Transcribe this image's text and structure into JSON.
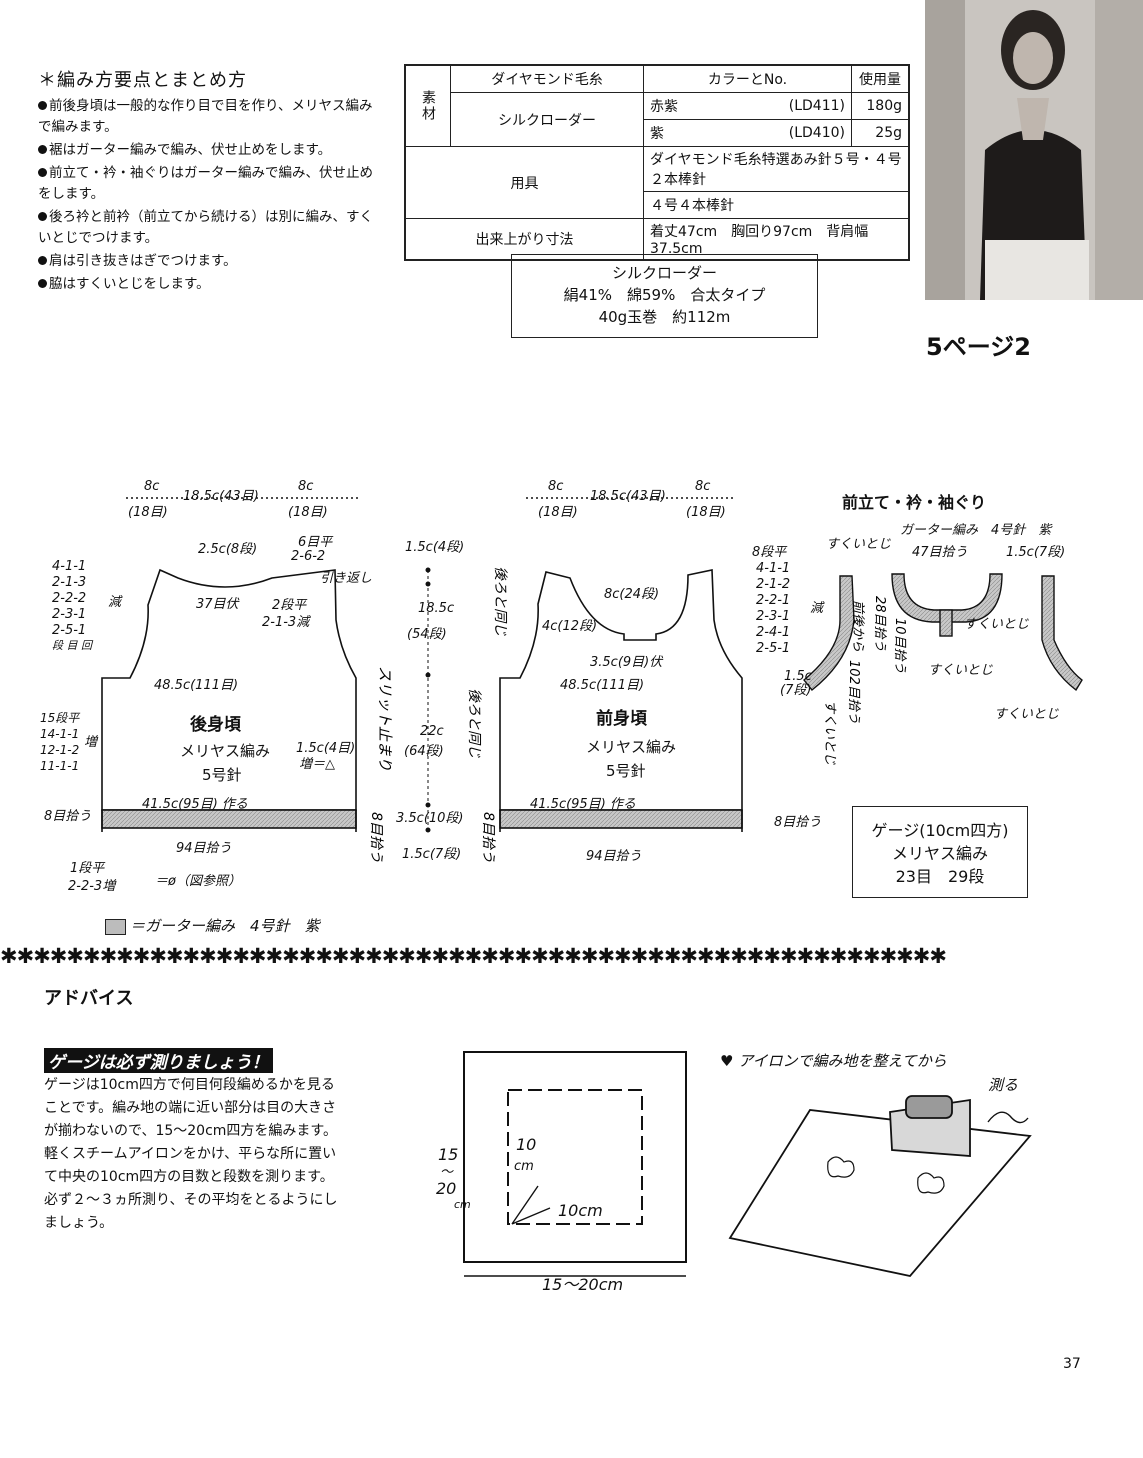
{
  "instructions": {
    "title": "＊編み方要点とまとめ方",
    "items": [
      "前後身頃は一般的な作り目で目を作り、メリヤス編みで編みます。",
      "裾はガーター編みで編み、伏せ止めをします。",
      "前立て・衿・袖ぐりはガーター編みで編み、伏せ止めをします。",
      "後ろ衿と前衿（前立てから続ける）は別に編み、すくいとじでつけます。",
      "肩は引き抜きはぎでつけます。",
      "脇はすくいとじをします。"
    ]
  },
  "materials": {
    "section_label": "素材",
    "brand": "ダイヤモンド毛糸",
    "color_header": "カラーとNo.",
    "amount_header": "使用量",
    "yarn_name": "シルクローダー",
    "colors": [
      {
        "name": "赤紫",
        "code": "(LD411)",
        "amount": "180g"
      },
      {
        "name": "紫",
        "code": "(LD410)",
        "amount": "25g"
      }
    ],
    "tools_label": "用具",
    "tools": [
      "ダイヤモンド毛糸特選あみ針５号・４号２本棒針",
      "４号４本棒針"
    ],
    "size_label": "出来上がり寸法",
    "size_value": "着丈47cm　胸回り97cm　背肩幅37.5cm"
  },
  "yarn_info": {
    "name": "シルクローダー",
    "composition": "絹41%　綿59%　合太タイプ",
    "put_up": "40g玉巻　約112m"
  },
  "page_ref": "5ページ2",
  "diagram": {
    "back": {
      "top_dims": [
        "8c",
        "(18目)",
        "18.5c(43目)",
        "8c",
        "(18目)"
      ],
      "neck_depth": "2.5c(8段)",
      "neck_bind": "37目伏",
      "shoulder": [
        "6目平",
        "2-6-2",
        "引き返し"
      ],
      "neck_dec": [
        "2段平",
        "2-1-3減"
      ],
      "armhole_dec": [
        "4-1-1",
        "2-1-3",
        "2-2-2",
        "2-3-1",
        "2-5-1",
        "段 目 回"
      ],
      "dec_label": "減",
      "width": "48.5c(111目)",
      "side_inc": [
        "15段平",
        "14-1-1",
        "12-1-2",
        "11-1-1"
      ],
      "inc_label": "増",
      "title": "後身頃",
      "stitch": "メリヤス編み",
      "needle": "5号針",
      "slit": "1.5c(4目)",
      "slit_inc": "増＝△",
      "cast_on": "41.5c(95目) 作る",
      "pickup": "94目拾う",
      "pick8": "8目拾う",
      "pick8b": "8目拾う",
      "slit_stop": "スリット止まり",
      "hem_inc": [
        "1段平",
        "2-2-3増"
      ],
      "hem_note": "＝ø（図参照）"
    },
    "heights": [
      "1.5c(4段)",
      "18.5c",
      "(54段)",
      "22c",
      "(64段)",
      "3.5c(10段)",
      "1.5c(7段)"
    ],
    "front": {
      "top_dims": [
        "8c",
        "(18目)",
        "18.5c(43目)",
        "8c",
        "(18目)"
      ],
      "same_as_back": "後ろと同じ",
      "neck_depth": "8c(24段)",
      "placket": "4c(12段)",
      "placket_bind": "3.5c(9目)伏",
      "armhole_dec": [
        "8段平",
        "4-1-1",
        "2-1-2",
        "2-2-1",
        "2-3-1",
        "2-4-1",
        "2-5-1"
      ],
      "dec_label": "減",
      "width": "48.5c(111目)",
      "title": "前身頃",
      "stitch": "メリヤス編み",
      "needle": "5号針",
      "cast_on": "41.5c(95目) 作る",
      "pickup": "94目拾う",
      "pick8": "8目拾う",
      "pick8b": "8目拾う"
    },
    "band": {
      "title": "前立て・衿・袖ぐり",
      "garter": "ガーター編み　4号針　紫",
      "neck_pick": "47目拾う",
      "depth": "1.5c(7段)",
      "depth2": "1.5c",
      "depth2b": "(7段)",
      "seam": "すくいとじ",
      "front_pick": "前後から",
      "n28": "28目拾う",
      "n10": "10目拾う",
      "n102": "102目拾う"
    },
    "gauge": {
      "title": "ゲージ(10cm四方)",
      "stitch": "メリヤス編み",
      "value": "23目　29段"
    },
    "legend": "＝ガーター編み　4号針　紫"
  },
  "stars": "✱✱✱✱✱✱✱✱✱✱✱✱✱✱✱✱✱✱✱✱✱✱✱✱✱✱✱✱✱✱✱✱✱✱✱✱✱✱✱✱✱✱✱✱✱✱✱✱✱✱✱✱✱✱✱✱✱",
  "advice": {
    "title": "アドバイス",
    "subtitle": "ゲージは必ず測りましょう！",
    "body": "ゲージは10cm四方で何目何段編めるかを見ることです。編み地の端に近い部分は目の大きさが揃わないので、15～20cm四方を編みます。軽くスチームアイロンをかけ、平らな所に置いて中央の10cm四方の目数と段数を測ります。必ず２～３ヵ所測り、その平均をとるようにしましょう。",
    "fig1": {
      "v10": "10",
      "cm": "cm",
      "h10": "10cm",
      "side": "15",
      "tilde": "〜",
      "side2": "20",
      "cm2": "cm",
      "bottom": "15〜20cm"
    },
    "fig2": {
      "caption1": "♥ アイロンで編み地を整えてから",
      "caption2": "測る"
    }
  },
  "page_number": "37"
}
